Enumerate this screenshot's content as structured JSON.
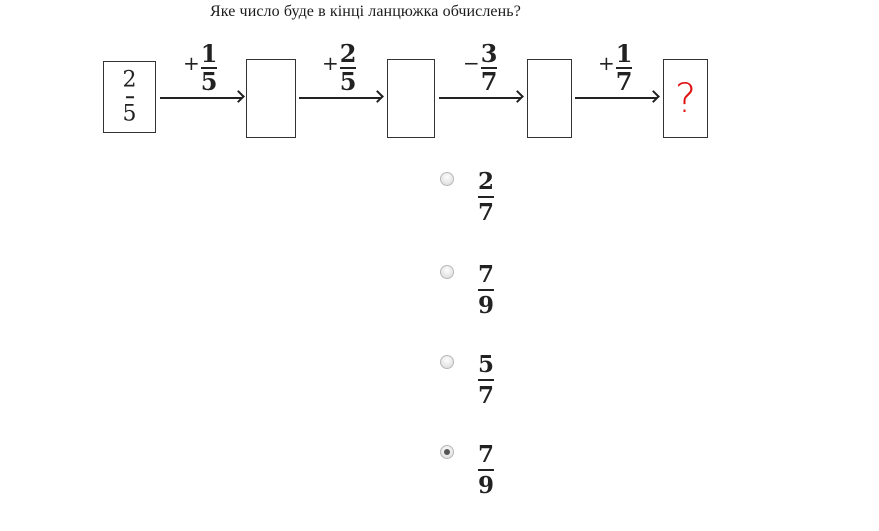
{
  "question": "Яке число буде в кінці ланцюжка обчислень?",
  "chain": {
    "start": {
      "numerator": "2",
      "denominator": "5"
    },
    "operations": [
      {
        "sign": "+",
        "numerator": "1",
        "denominator": "5"
      },
      {
        "sign": "+",
        "numerator": "2",
        "denominator": "5"
      },
      {
        "sign": "−",
        "numerator": "3",
        "denominator": "7"
      },
      {
        "sign": "+",
        "numerator": "1",
        "denominator": "7"
      }
    ],
    "result": "?",
    "result_color": "#e01010"
  },
  "options": [
    {
      "numerator": "2",
      "denominator": "7",
      "checked": false
    },
    {
      "numerator": "7",
      "denominator": "9",
      "checked": false
    },
    {
      "numerator": "5",
      "denominator": "7",
      "checked": false
    },
    {
      "numerator": "7",
      "denominator": "9",
      "checked": true
    }
  ]
}
